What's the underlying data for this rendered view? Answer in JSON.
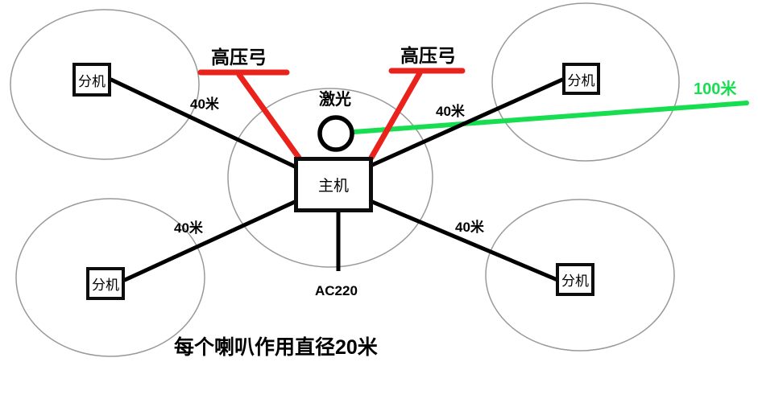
{
  "diagram_title": "speaker-coverage-diagram",
  "colors": {
    "red": "#E9231C",
    "green": "#17DE50",
    "black": "#000000",
    "coverage_circle_gray": "#999999"
  },
  "main_unit": {
    "label": "主机"
  },
  "laser": {
    "label": "激光"
  },
  "power": {
    "label": "AC220"
  },
  "range": {
    "label": "100米"
  },
  "high_voltage": {
    "left": "高压弓",
    "right": "高压弓"
  },
  "extensions": [
    {
      "position": "top-left",
      "label": "分机",
      "distance": "40米"
    },
    {
      "position": "top-right",
      "label": "分机",
      "distance": "40米"
    },
    {
      "position": "bottom-left",
      "label": "分机",
      "distance": "40米"
    },
    {
      "position": "bottom-right",
      "label": "分机",
      "distance": "40米"
    }
  ],
  "caption": "每个喇叭作用直径20米"
}
